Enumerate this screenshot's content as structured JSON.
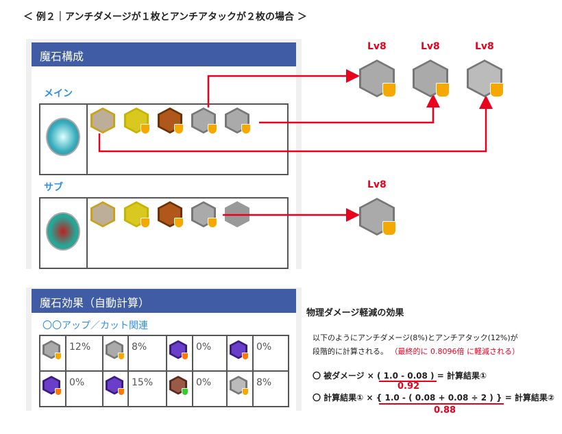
{
  "title": "＜ 例２｜アンチダメージが１枚とアンチアタックが２枚の場合 ＞",
  "composition": {
    "header": "魔石構成",
    "main_label": "メイン",
    "sub_label": "サブ",
    "main_icons": [
      "beast-gold",
      "beast-yellow",
      "beast-bronze",
      "anti-damage",
      "anti-attack"
    ],
    "sub_icons": [
      "beast-gold",
      "beast-yellow",
      "beast-bronze",
      "anti-damage",
      "empty"
    ]
  },
  "results": {
    "main": [
      {
        "level": "Lv8",
        "icon": "anti-damage"
      },
      {
        "level": "Lv8",
        "icon": "anti-attack"
      },
      {
        "level": "Lv8",
        "icon": "anti-beast"
      }
    ],
    "sub": [
      {
        "level": "Lv8",
        "icon": "anti-damage"
      }
    ]
  },
  "effects": {
    "header": "魔石効果（自動計算）",
    "subtitle": "〇〇アップ／カット関連",
    "cells": [
      {
        "icon": "anti-damage",
        "value": "12%"
      },
      {
        "icon": "anti-attack",
        "value": "8%"
      },
      {
        "icon": "purple-down",
        "value": "0%"
      },
      {
        "icon": "purple-up",
        "value": "0%"
      },
      {
        "icon": "purple-up2",
        "value": "0%"
      },
      {
        "icon": "purple-heart-up",
        "value": "15%"
      },
      {
        "icon": "bronze-heart-up",
        "value": "0%"
      },
      {
        "icon": "anti-beast",
        "value": "8%"
      }
    ]
  },
  "explain": {
    "heading": "物理ダメージ軽減の効果",
    "line1": "以下のようにアンチダメージ(8%)とアンチアタック(12%)が",
    "line2": "段階的に計算される。",
    "line2_red": "（最終的に 0.8096倍 に軽減される）",
    "f1_pre": "〇 被ダメージ ×",
    "f1_expr": "( 1.0 - 0.08 )",
    "f1_post": "= 計算結果①",
    "f1_result": "0.92",
    "f2_pre": "〇 計算結果① ×",
    "f2_expr": "{ 1.0 - ( 0.08 + 0.08 ÷ 2 ) }",
    "f2_post": "= 計算結果②",
    "f2_result": "0.88"
  },
  "colors": {
    "header": "#3f5ca4",
    "accent": "#e8001c",
    "link": "#2f8ee8"
  }
}
